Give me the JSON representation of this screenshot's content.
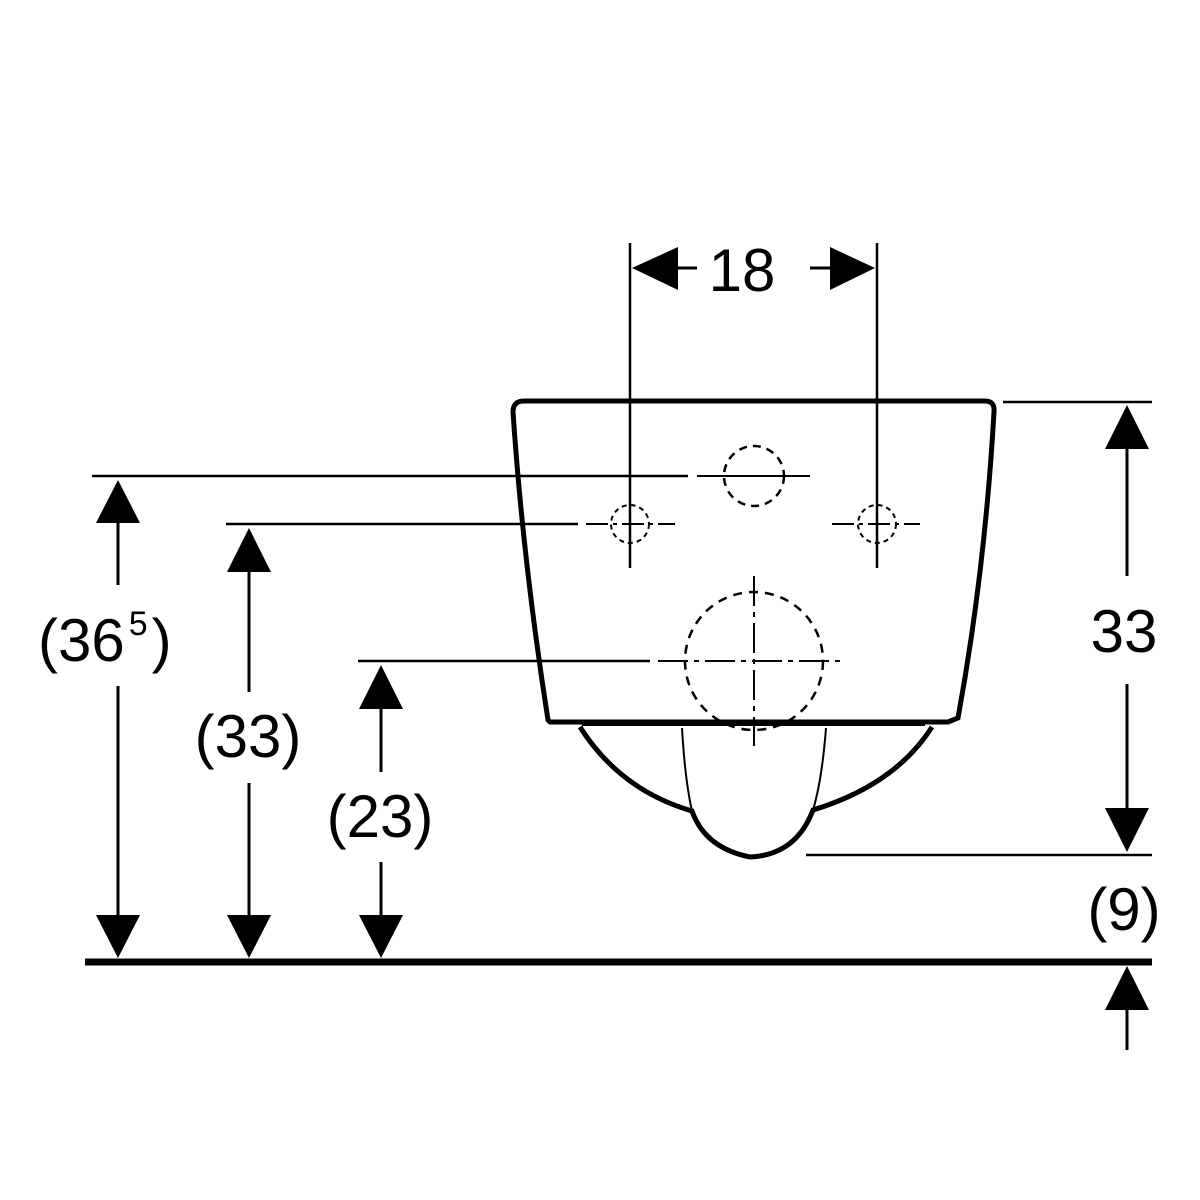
{
  "dimensions": {
    "hole_spacing": "18",
    "height_right": "33",
    "floor_gap": "(9)",
    "height_fixing_top_open": "(36",
    "height_fixing_top_sup": "5",
    "height_fixing_top_close": ")",
    "height_fixing_bolts": "(33)",
    "height_drain": "(23)"
  },
  "colors": {
    "stroke": "#000000",
    "background": "#ffffff"
  }
}
